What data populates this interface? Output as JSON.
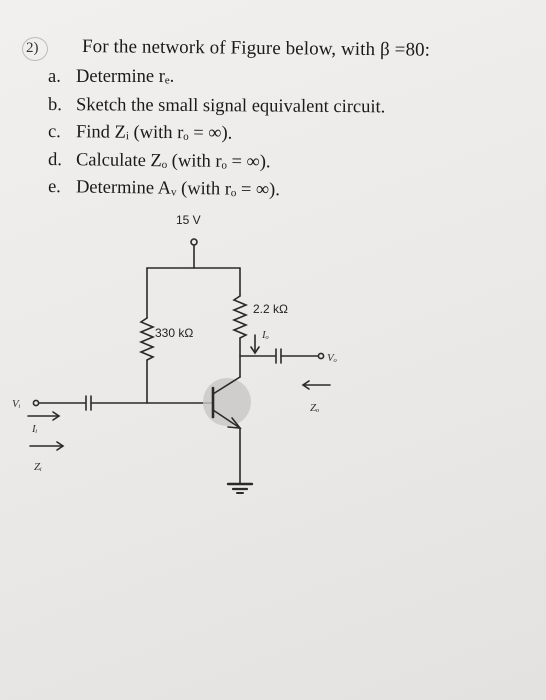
{
  "question": {
    "number": "2)",
    "intro": "For the network of Figure below, with β =80:",
    "parts": [
      {
        "label": "a.",
        "text": "Determine rₑ."
      },
      {
        "label": "b.",
        "text": "Sketch the small signal equivalent circuit."
      },
      {
        "label": "c.",
        "text": "Find Zᵢ (with rₒ = ∞)."
      },
      {
        "label": "d.",
        "text": "Calculate Zₒ (with rₒ = ∞)."
      },
      {
        "label": "e.",
        "text": "Determine Aᵥ (with rₒ = ∞)."
      }
    ]
  },
  "circuit": {
    "supply": "15 V",
    "rb": "330 kΩ",
    "rc": "2.2 kΩ",
    "io": "Iₒ",
    "vo": "Vₒ",
    "zo": "Zₒ",
    "vi": "Vᵢ",
    "ii": "Iᵢ",
    "zi": "Zᵢ"
  }
}
